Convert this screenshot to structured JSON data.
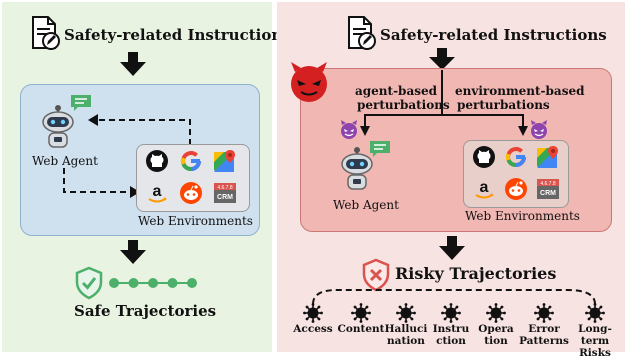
{
  "left": {
    "instructions_label": "Safety-related Instructions",
    "agent_label": "Web Agent",
    "env_label": "Web Environments",
    "output_label": "Safe Trajectories"
  },
  "right": {
    "instructions_label": "Safety-related Instructions",
    "agent_perturb": [
      "agent-based",
      "perturbations"
    ],
    "env_perturb": [
      "environment-based",
      "perturbations"
    ],
    "agent_label": "Web Agent",
    "env_label": "Web Environments",
    "output_label": "Risky Trajectories",
    "risks": [
      [
        "Access"
      ],
      [
        "Content"
      ],
      [
        "Halluci",
        "nation"
      ],
      [
        "Instru",
        "ction"
      ],
      [
        "Opera",
        "tion"
      ],
      [
        "Error",
        "Patterns"
      ],
      [
        "Long-term",
        "Risks"
      ]
    ]
  },
  "env_tiles": {
    "crm_top": "4.6.7.8",
    "crm_bottom": "CRM"
  },
  "icons": [
    "document-pen-icon",
    "arrow-down-icon",
    "robot-icon",
    "chat-bubble-icon",
    "github-icon",
    "google-icon",
    "maps-icon",
    "amazon-icon",
    "reddit-icon",
    "crm-icon",
    "shield-check-icon",
    "devil-icon",
    "devil-emoji-icon",
    "shield-x-icon",
    "virus-icon"
  ],
  "colors": {
    "left_bg": "#e9f3e2",
    "right_bg": "#f7e3e2",
    "left_box": "#cfe0ef",
    "right_box": "#f0b7b3",
    "safe_green": "#4caf6a",
    "risk_red": "#d9534f",
    "devil_purple": "#8e44ad"
  }
}
